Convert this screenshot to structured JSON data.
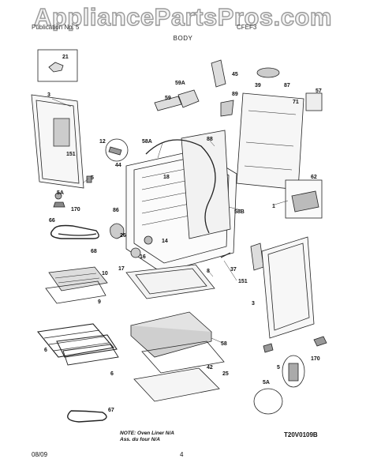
{
  "watermark": "AppliancePartsPros.com",
  "header": {
    "publication_partial": "Publication No. 5",
    "model_partial": "CFEF3",
    "section_title": "BODY"
  },
  "note": {
    "line1": "NOTE: Oven Liner N/A",
    "line2": "Ass. du four N/A"
  },
  "drawing_code": "T20V0109B",
  "footer": {
    "date": "08/09",
    "page": "4"
  },
  "callouts": [
    "21",
    "3",
    "151",
    "5",
    "5A",
    "170",
    "66",
    "68",
    "12",
    "44",
    "58A",
    "59A",
    "59",
    "45",
    "39",
    "87",
    "89",
    "88",
    "71",
    "57",
    "62",
    "1",
    "18",
    "86",
    "58B",
    "26",
    "14",
    "16",
    "17",
    "10",
    "9",
    "8",
    "37",
    "151",
    "3",
    "58",
    "42",
    "25",
    "6",
    "6",
    "67",
    "5",
    "5A",
    "170"
  ]
}
